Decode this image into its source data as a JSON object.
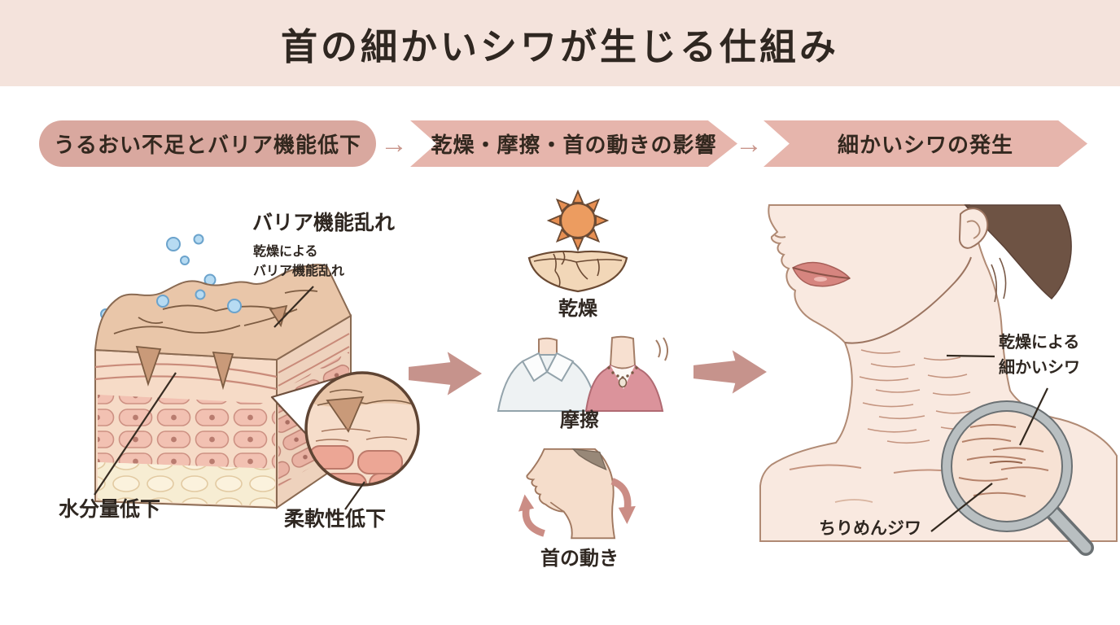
{
  "title": "首の細かいシワが生じる仕組み",
  "flow": {
    "arrow_glyph": "→",
    "steps": [
      {
        "label": "うるおい不足とバリア機能低下"
      },
      {
        "label": "乾燥・摩擦・首の動きの影響"
      },
      {
        "label": "細かいシワの発生"
      }
    ]
  },
  "left_panel": {
    "barrier_label": "バリア機能乱れ",
    "barrier_sub_label": "乾燥による\nバリア機能乱れ",
    "moisture_label": "水分量低下",
    "flexibility_label": "柔軟性低下"
  },
  "middle_panel": {
    "items": [
      {
        "icon": "sun-cracked-earth-icon",
        "label": "乾燥"
      },
      {
        "icon": "collar-friction-icon",
        "label": "摩擦"
      },
      {
        "icon": "neck-movement-icon",
        "label": "首の動き"
      }
    ]
  },
  "right_panel": {
    "dry_wrinkle_label": "乾燥による\n細かいシワ",
    "crepe_wrinkle_label": "ちりめんジワ"
  },
  "colors": {
    "title_banner_bg": "#f4e3dc",
    "step_pill_bg": "#d9a89f",
    "step_chevron_bg": "#e6b5ac",
    "flow_arrow": "#c9968c",
    "process_arrow": "#c6938c",
    "text_dark": "#2f2721",
    "sun_orange": "#ec9c60",
    "skin_light": "#f9e9e0",
    "hair_brown": "#6e5344",
    "droplet_blue": "#b7dbf2"
  }
}
